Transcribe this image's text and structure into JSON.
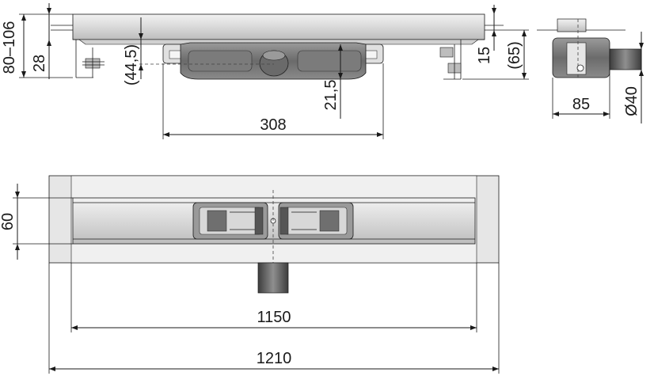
{
  "side_view": {
    "dims": {
      "adjust_range": "80–106",
      "frame_height": "28",
      "outlet_height": "(44,5)",
      "outlet_offset": "21,5",
      "body_width": "308",
      "grate_height": "15",
      "total_height": "(65)"
    }
  },
  "end_view": {
    "dims": {
      "depth": "85",
      "outlet_diameter": "Ø40"
    }
  },
  "top_view": {
    "dims": {
      "channel_width": "60",
      "grate_length": "1150",
      "total_length": "1210"
    }
  },
  "colors": {
    "line": "#1a1a1a",
    "steel_light": "#e8e8e8",
    "steel_mid": "#c9c9c9",
    "steel_dark": "#8d8d8d",
    "body_dark": "#555555"
  }
}
